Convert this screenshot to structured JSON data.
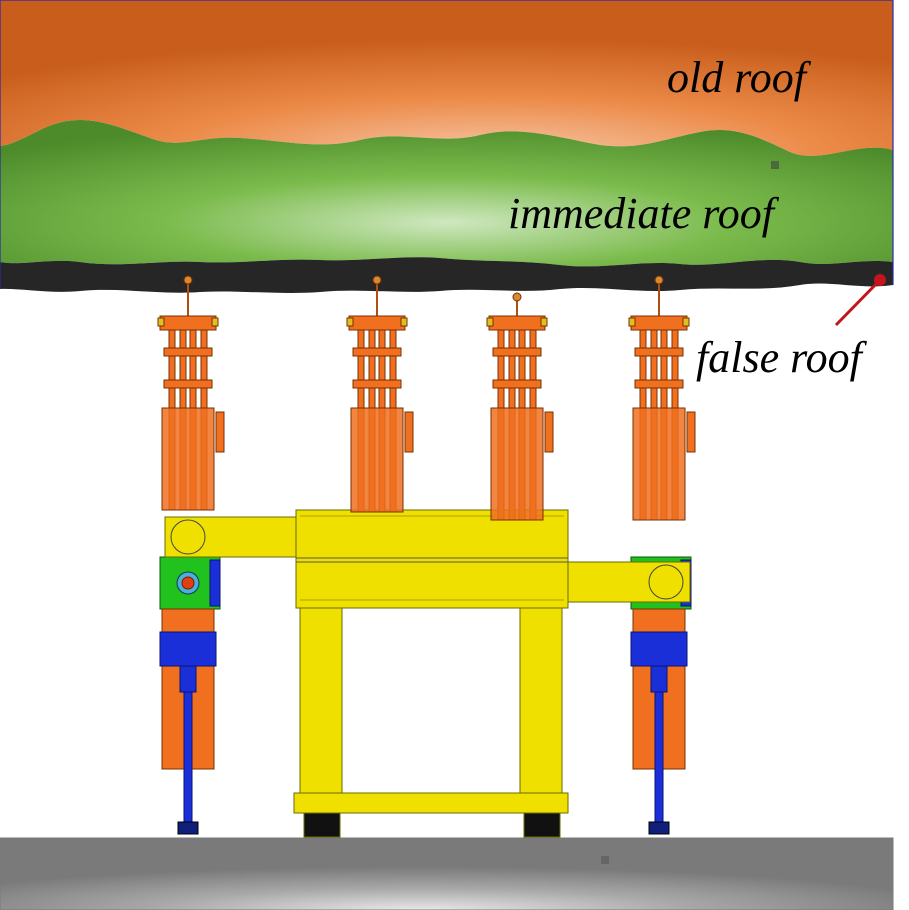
{
  "labels": {
    "old_roof": "old roof",
    "immediate_roof": "immediate roof",
    "false_roof": "false roof"
  },
  "colors": {
    "old_roof": "#e07a35",
    "immediate_roof": "#6aa83a",
    "false_roof": "#262626",
    "support_orange": "#f07020",
    "frame_yellow": "#f0e000",
    "cylinder_blue": "#1a2fd8",
    "hinge_green": "#22c21e",
    "floor_gray": "#8f8f8f",
    "pointer_red": "#c4141c"
  }
}
